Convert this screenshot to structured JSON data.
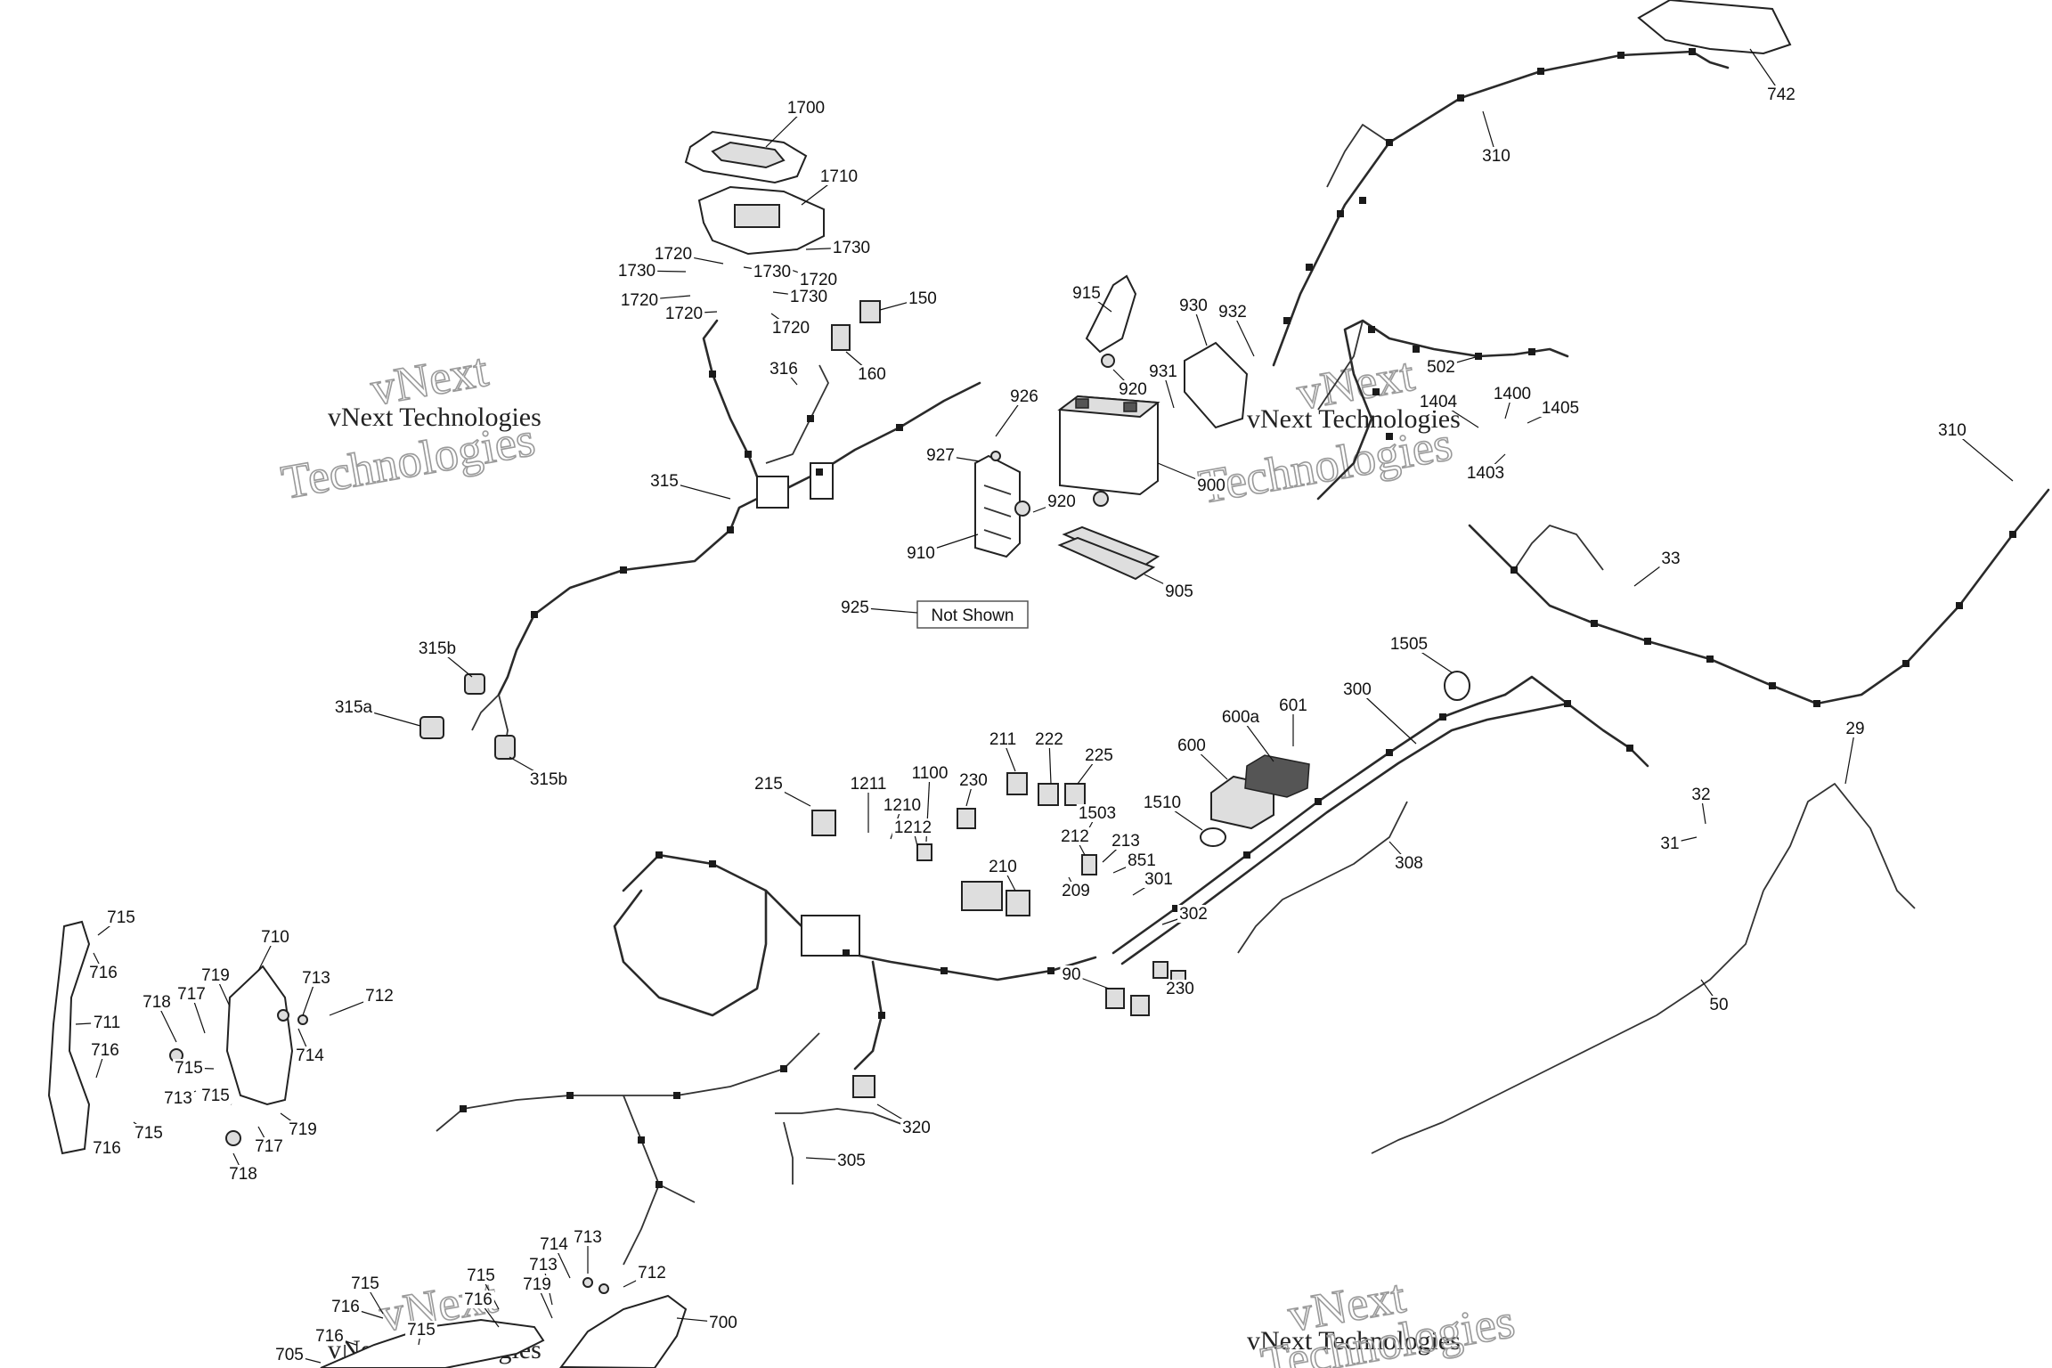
{
  "diagram": {
    "callouts": [
      {
        "id": "1700",
        "label": "1700"
      },
      {
        "id": "1710",
        "label": "1710"
      },
      {
        "id": "1730a",
        "label": "1730"
      },
      {
        "id": "1730b",
        "label": "1730"
      },
      {
        "id": "1730c",
        "label": "1730"
      },
      {
        "id": "1730d",
        "label": "1730"
      },
      {
        "id": "1720a",
        "label": "1720"
      },
      {
        "id": "1720b",
        "label": "1720"
      },
      {
        "id": "1720c",
        "label": "1720"
      },
      {
        "id": "1720d",
        "label": "1720"
      },
      {
        "id": "1720e",
        "label": "1720"
      },
      {
        "id": "150",
        "label": "150"
      },
      {
        "id": "160",
        "label": "160"
      },
      {
        "id": "316",
        "label": "316"
      },
      {
        "id": "315",
        "label": "315"
      },
      {
        "id": "315b-top",
        "label": "315b"
      },
      {
        "id": "315a",
        "label": "315a"
      },
      {
        "id": "315b-bot",
        "label": "315b"
      },
      {
        "id": "915",
        "label": "915"
      },
      {
        "id": "920a",
        "label": "920"
      },
      {
        "id": "930",
        "label": "930"
      },
      {
        "id": "932",
        "label": "932"
      },
      {
        "id": "931",
        "label": "931"
      },
      {
        "id": "926",
        "label": "926"
      },
      {
        "id": "927",
        "label": "927"
      },
      {
        "id": "920b",
        "label": "920"
      },
      {
        "id": "900",
        "label": "900"
      },
      {
        "id": "910",
        "label": "910"
      },
      {
        "id": "905",
        "label": "905"
      },
      {
        "id": "925",
        "label": "925"
      },
      {
        "id": "310-top",
        "label": "310"
      },
      {
        "id": "742",
        "label": "742"
      },
      {
        "id": "502",
        "label": "502"
      },
      {
        "id": "1400",
        "label": "1400"
      },
      {
        "id": "1404",
        "label": "1404"
      },
      {
        "id": "1405",
        "label": "1405"
      },
      {
        "id": "1403",
        "label": "1403"
      },
      {
        "id": "310-right",
        "label": "310"
      },
      {
        "id": "33",
        "label": "33"
      },
      {
        "id": "1505",
        "label": "1505"
      },
      {
        "id": "300",
        "label": "300"
      },
      {
        "id": "29",
        "label": "29"
      },
      {
        "id": "32",
        "label": "32"
      },
      {
        "id": "31",
        "label": "31"
      },
      {
        "id": "50",
        "label": "50"
      },
      {
        "id": "600a",
        "label": "600a"
      },
      {
        "id": "601",
        "label": "601"
      },
      {
        "id": "600",
        "label": "600"
      },
      {
        "id": "1510",
        "label": "1510"
      },
      {
        "id": "308",
        "label": "308"
      },
      {
        "id": "211",
        "label": "211"
      },
      {
        "id": "222",
        "label": "222"
      },
      {
        "id": "225",
        "label": "225"
      },
      {
        "id": "215",
        "label": "215"
      },
      {
        "id": "1211",
        "label": "1211"
      },
      {
        "id": "1100",
        "label": "1100"
      },
      {
        "id": "1210",
        "label": "1210"
      },
      {
        "id": "230a",
        "label": "230"
      },
      {
        "id": "1503",
        "label": "1503"
      },
      {
        "id": "1212",
        "label": "1212"
      },
      {
        "id": "212",
        "label": "212"
      },
      {
        "id": "213",
        "label": "213"
      },
      {
        "id": "851",
        "label": "851"
      },
      {
        "id": "210",
        "label": "210"
      },
      {
        "id": "209",
        "label": "209"
      },
      {
        "id": "301",
        "label": "301"
      },
      {
        "id": "302",
        "label": "302"
      },
      {
        "id": "90",
        "label": "90"
      },
      {
        "id": "230b",
        "label": "230"
      },
      {
        "id": "320",
        "label": "320"
      },
      {
        "id": "305",
        "label": "305"
      },
      {
        "id": "715a",
        "label": "715"
      },
      {
        "id": "716a",
        "label": "716"
      },
      {
        "id": "710",
        "label": "710"
      },
      {
        "id": "719a",
        "label": "719"
      },
      {
        "id": "713a",
        "label": "713"
      },
      {
        "id": "712a",
        "label": "712"
      },
      {
        "id": "718a",
        "label": "718"
      },
      {
        "id": "717a",
        "label": "717"
      },
      {
        "id": "711",
        "label": "711"
      },
      {
        "id": "714a",
        "label": "714"
      },
      {
        "id": "716b",
        "label": "716"
      },
      {
        "id": "715b",
        "label": "715"
      },
      {
        "id": "713b",
        "label": "713"
      },
      {
        "id": "715c",
        "label": "715"
      },
      {
        "id": "715d",
        "label": "715"
      },
      {
        "id": "719b",
        "label": "719"
      },
      {
        "id": "716c",
        "label": "716"
      },
      {
        "id": "717b",
        "label": "717"
      },
      {
        "id": "718b",
        "label": "718"
      },
      {
        "id": "714b",
        "label": "714"
      },
      {
        "id": "713c",
        "label": "713"
      },
      {
        "id": "712b",
        "label": "712"
      },
      {
        "id": "715e",
        "label": "715"
      },
      {
        "id": "715f",
        "label": "715"
      },
      {
        "id": "716d",
        "label": "716"
      },
      {
        "id": "713d",
        "label": "713"
      },
      {
        "id": "719c",
        "label": "719"
      },
      {
        "id": "716e",
        "label": "716"
      },
      {
        "id": "715g",
        "label": "715"
      },
      {
        "id": "700",
        "label": "700"
      },
      {
        "id": "705",
        "label": "705"
      },
      {
        "id": "716f",
        "label": "716"
      }
    ],
    "not_shown_label": "Not Shown",
    "watermark": {
      "line": "vNext Technologies",
      "outline_top": "vNext",
      "outline_bottom": "Technologies"
    }
  }
}
